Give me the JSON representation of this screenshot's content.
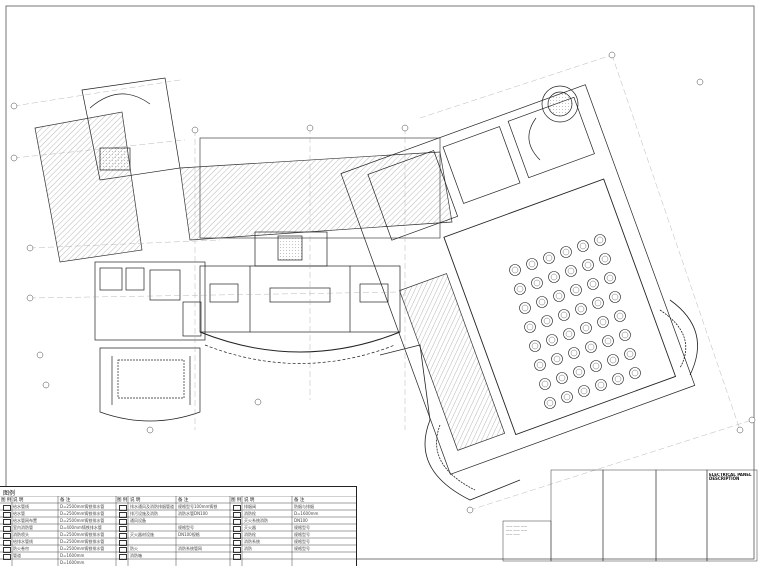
{
  "legend": {
    "title": "图例",
    "headers": [
      "图 例",
      "说 明",
      "备 注",
      "图 例",
      "说 明",
      "备 注",
      "图 例",
      "说 明",
      "备 注"
    ],
    "rows": [
      [
        "",
        "给水管线",
        "D=2500mm铸铁排水管",
        "",
        "排水通风及消防排烟管道",
        "规格型号100mm铸铁",
        "",
        "排烟阀",
        "防烟与排烟"
      ],
      [
        "",
        "给水管",
        "D=2500mm铸铁排水管",
        "",
        "排污设施及消防",
        "消防水管DN100",
        "",
        "消防栓",
        "D=1600mm"
      ],
      [
        "",
        "给水管网布置",
        "D=2500mm铸铁排水管",
        "",
        "通风设备",
        "",
        "",
        "灭火系统消防",
        "DN100"
      ],
      [
        "",
        "室内消防管",
        "D=400mm铸铁排水管",
        "",
        "",
        "规格型号",
        "",
        "灭火器",
        "规格型号"
      ],
      [
        "",
        "消防喷头",
        "D=2500mm铸铁排水管",
        "",
        "灭火器材设施",
        "DN100规格",
        "",
        "消防栓",
        "规格型号"
      ],
      [
        "",
        "给排水管线",
        "D=2500mm铸铁排水管",
        "",
        "",
        "",
        "",
        "消防系统",
        "规格型号"
      ],
      [
        "",
        "防火卷帘",
        "D=2500mm铸铁排水管",
        "",
        "防火",
        "消防系统管网",
        "",
        "消防",
        "规格型号"
      ],
      [
        "",
        "管道",
        "D=1600mm",
        "",
        "消防箱",
        "",
        "",
        "",
        ""
      ],
      [
        "",
        "",
        "D=1600mm",
        "",
        "",
        "",
        "",
        "",
        ""
      ]
    ]
  },
  "notes_heading": "ELECTRICAL PANEL DESCRIPTION"
}
